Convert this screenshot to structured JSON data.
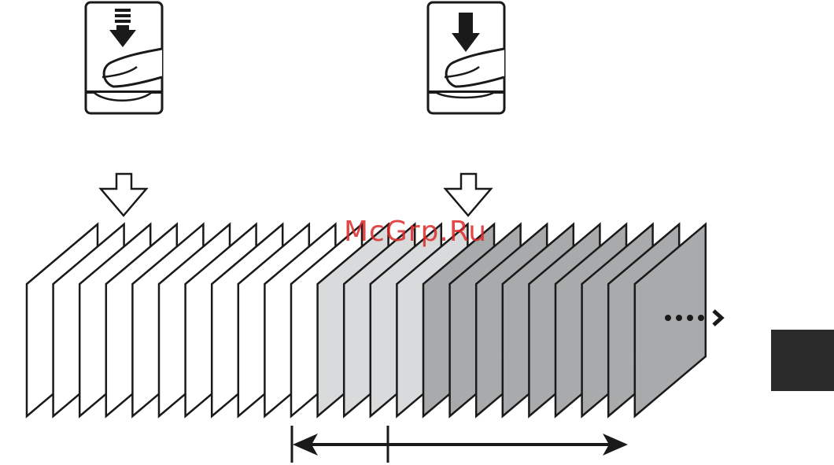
{
  "watermark": "McGrp.Ru",
  "shutter_icons": [
    {
      "name": "shutter-half-press-icon",
      "press": "half"
    },
    {
      "name": "shutter-full-press-icon",
      "press": "full"
    }
  ],
  "frames": {
    "white_count": 11,
    "light_gray_count": 4,
    "dark_gray_count": 9
  },
  "colors": {
    "stroke": "#1a1a1a",
    "white_frame": "#ffffff",
    "light_gray_frame": "#d9dadb",
    "dark_gray_frame": "#a9aaab",
    "side_tab": "#2b2b2b"
  },
  "continuation_indicator": "more-frames-arrow-icon",
  "range_arrow": "capture-range-arrow-icon"
}
